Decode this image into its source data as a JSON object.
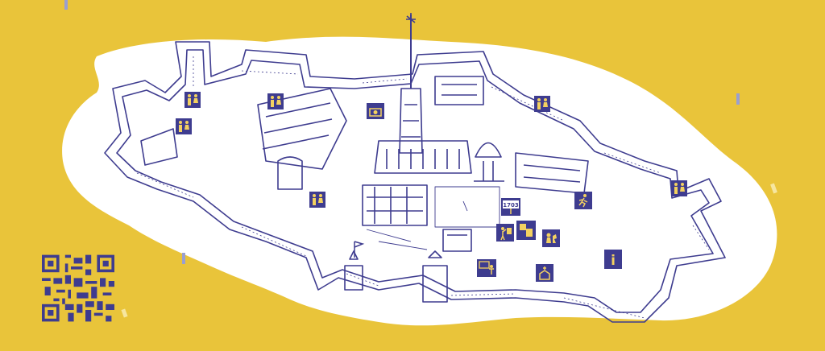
{
  "map": {
    "background_color": "#E9C43A",
    "island_color": "#FFFFFF",
    "line_color": "#3E3C8F",
    "icon_bg_color": "#3E3C8F",
    "icon_fg_color": "#F3D160"
  },
  "labels": {
    "year_sign": "1703",
    "info_sign": "i"
  },
  "icons": [
    {
      "id": "toilet-1",
      "name": "restroom-icon"
    },
    {
      "id": "toilet-2",
      "name": "restroom-icon"
    },
    {
      "id": "toilet-3",
      "name": "restroom-icon"
    },
    {
      "id": "toilet-4",
      "name": "restroom-icon"
    },
    {
      "id": "toilet-5",
      "name": "restroom-icon"
    },
    {
      "id": "photo",
      "name": "camera-icon"
    },
    {
      "id": "exit",
      "name": "running-exit-icon"
    },
    {
      "id": "year",
      "name": "year-1703-sign-icon"
    },
    {
      "id": "guide",
      "name": "guide-icon"
    },
    {
      "id": "exhibit",
      "name": "exhibition-icon"
    },
    {
      "id": "chess",
      "name": "chess-icon"
    },
    {
      "id": "lecture",
      "name": "lecture-icon"
    },
    {
      "id": "church",
      "name": "church-icon"
    },
    {
      "id": "info",
      "name": "info-icon"
    }
  ]
}
